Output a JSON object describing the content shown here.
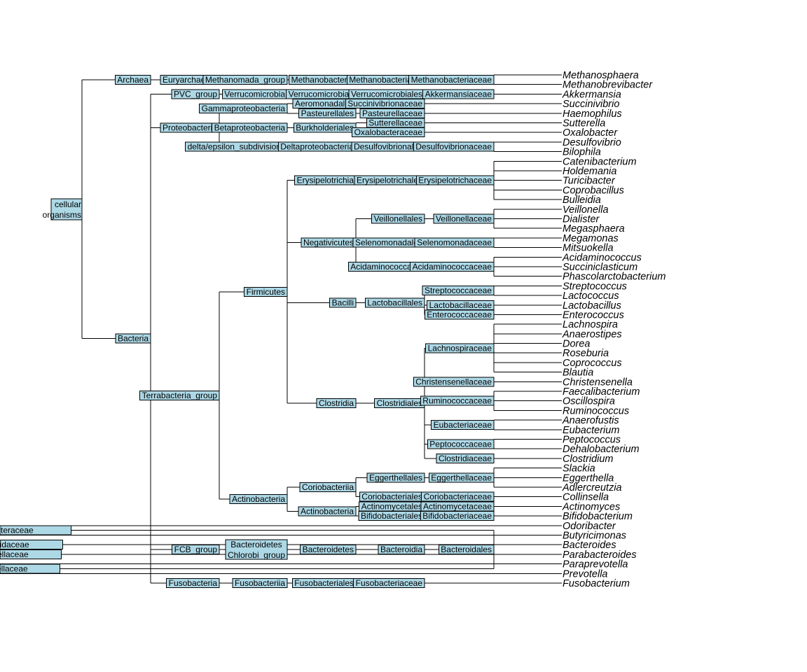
{
  "root": {
    "label": "cellular organisms",
    "children": [
      {
        "label": "Archaea",
        "children": [
          {
            "label": "Euryarchaeota",
            "children": [
              {
                "label": "Methanomada_group",
                "children": [
                  {
                    "label": "Methanobacteria",
                    "children": [
                      {
                        "label": "Methanobacteriales",
                        "children": [
                          {
                            "label": "Methanobacteriaceae",
                            "children": [
                              {
                                "label": "Methanosphaera"
                              },
                              {
                                "label": "Methanobrevibacter"
                              }
                            ]
                          }
                        ]
                      }
                    ]
                  }
                ]
              }
            ]
          }
        ]
      },
      {
        "label": "Bacteria",
        "children": [
          {
            "label": "PVC_group",
            "children": [
              {
                "label": "Verrucomicrobia",
                "children": [
                  {
                    "label": "Verrucomicrobiae",
                    "children": [
                      {
                        "label": "Verrucomicrobiales",
                        "children": [
                          {
                            "label": "Akkermansiaceae",
                            "children": [
                              {
                                "label": "Akkermansia"
                              }
                            ]
                          }
                        ]
                      }
                    ]
                  }
                ]
              }
            ]
          },
          {
            "label": "Proteobacteria",
            "children": [
              {
                "label": "Gammaproteobacteria",
                "children": [
                  {
                    "label": "Aeromonadales",
                    "children": [
                      {
                        "label": "Succinivibrionaceae",
                        "children": [
                          {
                            "label": "Succinivibrio"
                          }
                        ]
                      }
                    ]
                  },
                  {
                    "label": "Pasteurellales",
                    "children": [
                      {
                        "label": "Pasteurellaceae",
                        "children": [
                          {
                            "label": "Haemophilus"
                          }
                        ]
                      }
                    ]
                  }
                ]
              },
              {
                "label": "Betaproteobacteria",
                "children": [
                  {
                    "label": "Burkholderiales",
                    "children": [
                      {
                        "label": "Sutterellaceae",
                        "children": [
                          {
                            "label": "Sutterella"
                          }
                        ]
                      },
                      {
                        "label": "Oxalobacteraceae",
                        "children": [
                          {
                            "label": "Oxalobacter"
                          }
                        ]
                      }
                    ]
                  }
                ]
              },
              {
                "label": "delta/epsilon_subdivisions",
                "children": [
                  {
                    "label": "Deltaproteobacteria",
                    "children": [
                      {
                        "label": "Desulfovibrionales",
                        "children": [
                          {
                            "label": "Desulfovibrionaceae",
                            "children": [
                              {
                                "label": "Desulfovibrio"
                              },
                              {
                                "label": "Bilophila"
                              }
                            ]
                          }
                        ]
                      }
                    ]
                  }
                ]
              }
            ]
          },
          {
            "label": "Terrabacteria_group",
            "children": [
              {
                "label": "Firmicutes",
                "children": [
                  {
                    "label": "Erysipelotrichia",
                    "children": [
                      {
                        "label": "Erysipelotrichales",
                        "children": [
                          {
                            "label": "Erysipelotrichaceae",
                            "children": [
                              {
                                "label": "Catenibacterium"
                              },
                              {
                                "label": "Holdemania"
                              },
                              {
                                "label": "Turicibacter"
                              },
                              {
                                "label": "Coprobacillus"
                              },
                              {
                                "label": "Bulleidia"
                              }
                            ]
                          }
                        ]
                      }
                    ]
                  },
                  {
                    "label": "Negativicutes",
                    "children": [
                      {
                        "label": "Veillonellales",
                        "children": [
                          {
                            "label": "Veillonellaceae",
                            "children": [
                              {
                                "label": "Veillonella"
                              },
                              {
                                "label": "Dialister"
                              },
                              {
                                "label": "Megasphaera"
                              }
                            ]
                          }
                        ]
                      },
                      {
                        "label": "Selenomonadales",
                        "children": [
                          {
                            "label": "Selenomonadaceae",
                            "children": [
                              {
                                "label": "Megamonas"
                              },
                              {
                                "label": "Mitsuokella"
                              }
                            ]
                          }
                        ]
                      },
                      {
                        "label": "Acidaminococcales",
                        "children": [
                          {
                            "label": "Acidaminococcaceae",
                            "children": [
                              {
                                "label": "Acidaminococcus"
                              },
                              {
                                "label": "Succiniclasticum"
                              },
                              {
                                "label": "Phascolarctobacterium"
                              }
                            ]
                          }
                        ]
                      }
                    ]
                  },
                  {
                    "label": "Bacilli",
                    "children": [
                      {
                        "label": "Lactobacillales",
                        "children": [
                          {
                            "label": "Streptococcaceae",
                            "children": [
                              {
                                "label": "Streptococcus"
                              },
                              {
                                "label": "Lactococcus"
                              }
                            ]
                          },
                          {
                            "label": "Lactobacillaceae",
                            "children": [
                              {
                                "label": "Lactobacillus"
                              }
                            ]
                          },
                          {
                            "label": "Enterococcaceae",
                            "children": [
                              {
                                "label": "Enterococcus"
                              }
                            ]
                          }
                        ]
                      }
                    ]
                  },
                  {
                    "label": "Clostridia",
                    "children": [
                      {
                        "label": "Clostridiales",
                        "children": [
                          {
                            "label": "Lachnospiraceae",
                            "children": [
                              {
                                "label": "Lachnospira"
                              },
                              {
                                "label": "Anaerostipes"
                              },
                              {
                                "label": "Dorea"
                              },
                              {
                                "label": "Roseburia"
                              },
                              {
                                "label": "Coprococcus"
                              },
                              {
                                "label": "Blautia"
                              }
                            ]
                          },
                          {
                            "label": "Christensenellaceae",
                            "children": [
                              {
                                "label": "Christensenella"
                              }
                            ]
                          },
                          {
                            "label": "Ruminococcaceae",
                            "children": [
                              {
                                "label": "Faecalibacterium"
                              },
                              {
                                "label": "Oscillospira"
                              },
                              {
                                "label": "Ruminococcus"
                              }
                            ]
                          },
                          {
                            "label": "Eubacteriaceae",
                            "children": [
                              {
                                "label": "Anaerofustis"
                              },
                              {
                                "label": "Eubacterium"
                              }
                            ]
                          },
                          {
                            "label": "Peptococcaceae",
                            "children": [
                              {
                                "label": "Peptococcus"
                              },
                              {
                                "label": "Dehalobacterium"
                              }
                            ]
                          },
                          {
                            "label": "Clostridiaceae",
                            "children": [
                              {
                                "label": "Clostridium"
                              }
                            ]
                          }
                        ]
                      }
                    ]
                  }
                ]
              },
              {
                "label": "Actinobacteria",
                "children": [
                  {
                    "label": "Coriobacteriia",
                    "children": [
                      {
                        "label": "Eggerthellales",
                        "children": [
                          {
                            "label": "Eggerthellaceae",
                            "children": [
                              {
                                "label": "Slackia"
                              },
                              {
                                "label": "Eggerthella"
                              },
                              {
                                "label": "Adlercreutzia"
                              }
                            ]
                          }
                        ]
                      },
                      {
                        "label": "Coriobacteriales",
                        "children": [
                          {
                            "label": "Coriobacteriaceae",
                            "children": [
                              {
                                "label": "Collinsella"
                              }
                            ]
                          }
                        ]
                      }
                    ]
                  },
                  {
                    "label": "Actinobacteria",
                    "children": [
                      {
                        "label": "Actinomycetales",
                        "children": [
                          {
                            "label": "Actinomycetaceae",
                            "children": [
                              {
                                "label": "Actinomyces"
                              }
                            ]
                          }
                        ]
                      },
                      {
                        "label": "Bifidobacteriales",
                        "children": [
                          {
                            "label": "Bifidobacteriaceae",
                            "children": [
                              {
                                "label": "Bifidobacterium"
                              }
                            ]
                          }
                        ]
                      }
                    ]
                  }
                ]
              }
            ]
          },
          {
            "label": "FCB_group",
            "children": [
              {
                "label": "Bacteroidetes/Chlorobi_group",
                "children": [
                  {
                    "label": "Bacteroidetes",
                    "children": [
                      {
                        "label": "Bacteroidia",
                        "children": [
                          {
                            "label": "Bacteroidales",
                            "children": [
                              {
                                "label": "Odoribacteraceae",
                                "children": [
                                  {
                                    "label": "Odoribacter"
                                  },
                                  {
                                    "label": "Butyricimonas"
                                  }
                                ]
                              },
                              {
                                "label": "Bacteroidaceae",
                                "children": [
                                  {
                                    "label": "Bacteroides"
                                  }
                                ]
                              },
                              {
                                "label": "Tannerellaceae",
                                "children": [
                                  {
                                    "label": "Parabacteroides"
                                  }
                                ]
                              },
                              {
                                "label": "Prevotellaceae",
                                "children": [
                                  {
                                    "label": "Paraprevotella"
                                  },
                                  {
                                    "label": "Prevotella"
                                  }
                                ]
                              }
                            ]
                          }
                        ]
                      }
                    ]
                  }
                ]
              }
            ]
          },
          {
            "label": "Fusobacteria",
            "children": [
              {
                "label": "Fusobacteriia",
                "children": [
                  {
                    "label": "Fusobacteriales",
                    "children": [
                      {
                        "label": "Fusobacteriaceae",
                        "children": [
                          {
                            "label": "Fusobacterium"
                          }
                        ]
                      }
                    ]
                  }
                ]
              }
            ]
          }
        ]
      }
    ]
  }
}
